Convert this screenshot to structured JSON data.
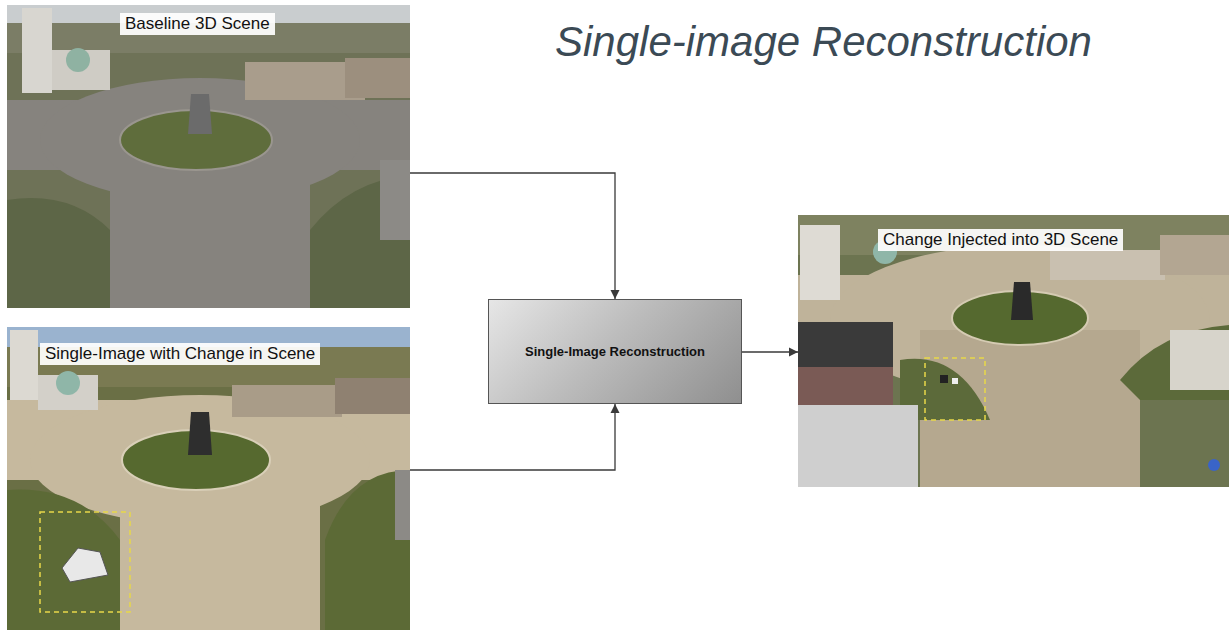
{
  "diagram": {
    "title": "Single-image Reconstruction",
    "nodes": [
      {
        "text": [
          "Baseline 3D Scene"
        ]
      },
      {
        "text": [
          "Single-Image with Change in Scene"
        ]
      },
      {
        "text": [
          "Single-Image Reconstruction"
        ]
      },
      {
        "text": [
          "Change Injected into 3D Scene"
        ]
      }
    ],
    "edges": [
      {
        "from": 0,
        "to": 2,
        "arrow": "to"
      },
      {
        "from": 1,
        "to": 2,
        "arrow": "to"
      },
      {
        "from": 2,
        "to": 3,
        "arrow": "to"
      }
    ]
  }
}
